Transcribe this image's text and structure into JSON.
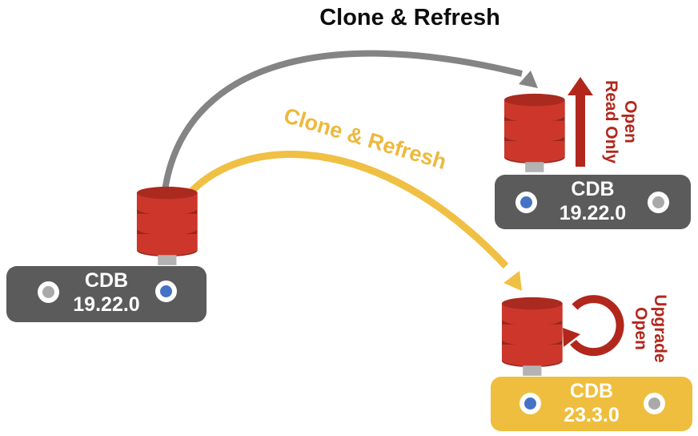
{
  "title": {
    "label": "Clone & Refresh"
  },
  "arrows": {
    "gray": {
      "label": "Clone & Refresh",
      "color": "#848484"
    },
    "yellow": {
      "label": "Clone & Refresh",
      "color": "#F0C044"
    },
    "red_accent_color": "#B2271C"
  },
  "nodes": {
    "source": {
      "name": "CDB",
      "version": "19.22.0",
      "color": "#5B5B5B"
    },
    "readonly": {
      "name": "CDB",
      "version": "19.22.0",
      "color": "#5B5B5B"
    },
    "upgraded": {
      "name": "CDB",
      "version": "23.3.0",
      "color": "#EFBE3E"
    }
  },
  "annotations": {
    "open_read_only": {
      "lines": [
        "Open",
        "Read Only"
      ]
    },
    "upgrade_open": {
      "lines": [
        "Upgrade",
        "Open"
      ]
    }
  },
  "icons": {
    "database": "red-database-cylinder",
    "pdb_dot_blue": "#4472C4",
    "pdb_dot_gray": "#A9A9A9",
    "up_arrow": "open-read-only-arrow",
    "cycle_arrow": "upgrade-cycle-arrow"
  }
}
